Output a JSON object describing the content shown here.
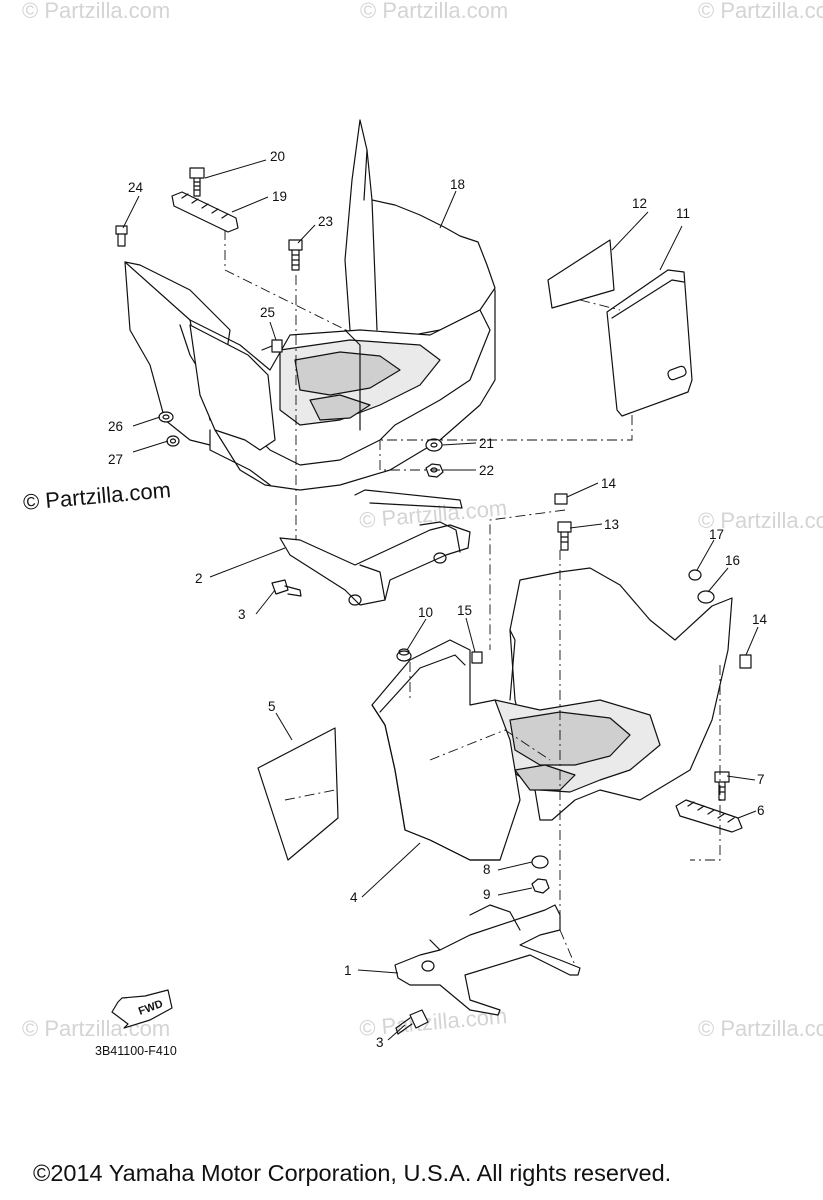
{
  "watermark": "© Partzilla.com",
  "brand_watermark": "© Partzilla.com",
  "diagram_code": "3B41100-F410",
  "fwd_label": "FWD",
  "copyright": "©2014  Yamaha Motor Corporation, U.S.A. All rights reserved.",
  "callouts": {
    "n1": "1",
    "n2": "2",
    "n3a": "3",
    "n3b": "3",
    "n4": "4",
    "n5": "5",
    "n6": "6",
    "n7": "7",
    "n8": "8",
    "n9": "9",
    "n10": "10",
    "n11": "11",
    "n12": "12",
    "n13": "13",
    "n14a": "14",
    "n14b": "14",
    "n15": "15",
    "n16": "16",
    "n17": "17",
    "n18": "18",
    "n19": "19",
    "n20": "20",
    "n21": "21",
    "n22": "22",
    "n23": "23",
    "n24": "24",
    "n25": "25",
    "n26": "26",
    "n27": "27"
  }
}
